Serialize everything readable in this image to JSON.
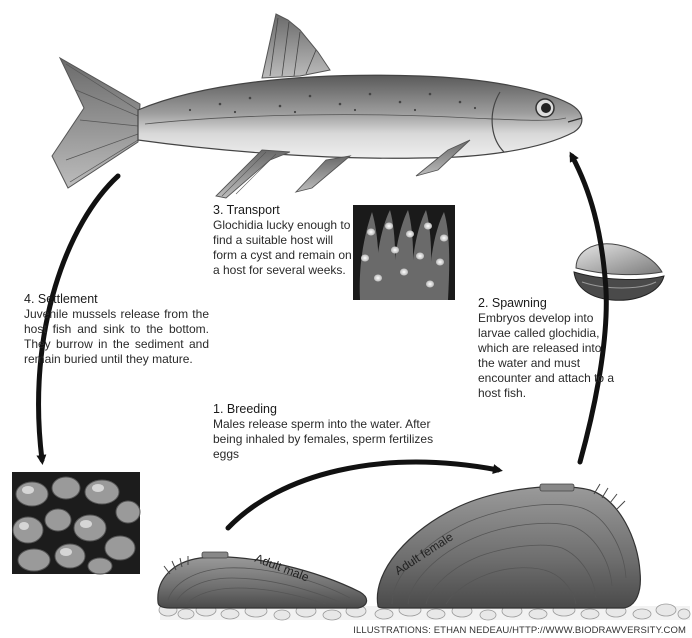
{
  "stages": {
    "transport": {
      "title": "3. Transport",
      "text": "Glochidia lucky enough to find a suitable host will form a cyst and remain on a host for several weeks."
    },
    "settlement": {
      "title": "4. Settlement",
      "text": "Juvenile mussels release from the host fish and sink to the bottom. They burrow in the sediment and remain buried until they mature."
    },
    "spawning": {
      "title": "2. Spawning",
      "text": "Embryos develop into larvae called glochidia, which are released into the water and must encounter and attach to a host fish."
    },
    "breeding": {
      "title": "1. Breeding",
      "text": "Males release sperm into the water. After being inhaled by females, sperm fertilizes eggs"
    }
  },
  "labels": {
    "adult_male": "Adult male",
    "adult_female": "Adult female"
  },
  "credit": "ILLUSTRATIONS: ETHAN NEDEAU/HTTP://WWW.BIODRAWVERSITY.COM",
  "colors": {
    "arrow": "#111111",
    "fish_body": "#9a9a9a",
    "shell": "#7d7d7d",
    "photo_bg": "#1c1c1c"
  }
}
